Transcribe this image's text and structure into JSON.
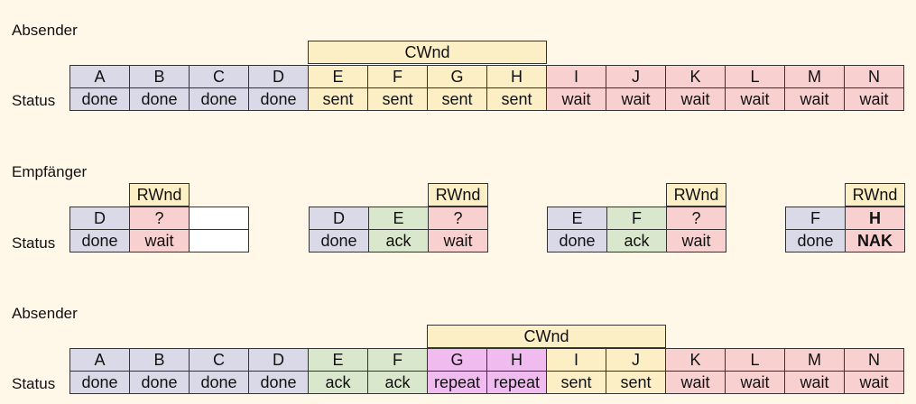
{
  "labels": {
    "sender": "Absender",
    "receiver": "Empfänger",
    "status": "Status",
    "cwnd": "CWnd",
    "rwnd": "RWnd"
  },
  "colors": {
    "background": "#fff8e8",
    "done": "#d9d9e8",
    "sent": "#fcefc5",
    "wait": "#f9d0d0",
    "ack": "#d9e8cc",
    "repeat": "#f0bcf0",
    "empty": "#ffffff"
  },
  "top_sender": {
    "letters": [
      "A",
      "B",
      "C",
      "D",
      "E",
      "F",
      "G",
      "H",
      "I",
      "J",
      "K",
      "L",
      "M",
      "N"
    ],
    "status": [
      "done",
      "done",
      "done",
      "done",
      "sent",
      "sent",
      "sent",
      "sent",
      "wait",
      "wait",
      "wait",
      "wait",
      "wait",
      "wait"
    ]
  },
  "receiver_snapshots": [
    {
      "letters": [
        "D",
        "?",
        ""
      ],
      "status": [
        "done",
        "wait",
        ""
      ],
      "rwnd_col": 1,
      "bold": false
    },
    {
      "letters": [
        "D",
        "E",
        "?"
      ],
      "status": [
        "done",
        "ack",
        "wait"
      ],
      "rwnd_col": 2,
      "bold": false
    },
    {
      "letters": [
        "E",
        "F",
        "?"
      ],
      "status": [
        "done",
        "ack",
        "wait"
      ],
      "rwnd_col": 2,
      "bold": false
    },
    {
      "letters": [
        "F",
        "H"
      ],
      "status": [
        "done",
        "NAK"
      ],
      "rwnd_col": 1,
      "bold": true
    }
  ],
  "bottom_sender": {
    "letters": [
      "A",
      "B",
      "C",
      "D",
      "E",
      "F",
      "G",
      "H",
      "I",
      "J",
      "K",
      "L",
      "M",
      "N"
    ],
    "status": [
      "done",
      "done",
      "done",
      "done",
      "ack",
      "ack",
      "repeat",
      "repeat",
      "sent",
      "sent",
      "wait",
      "wait",
      "wait",
      "wait"
    ]
  }
}
